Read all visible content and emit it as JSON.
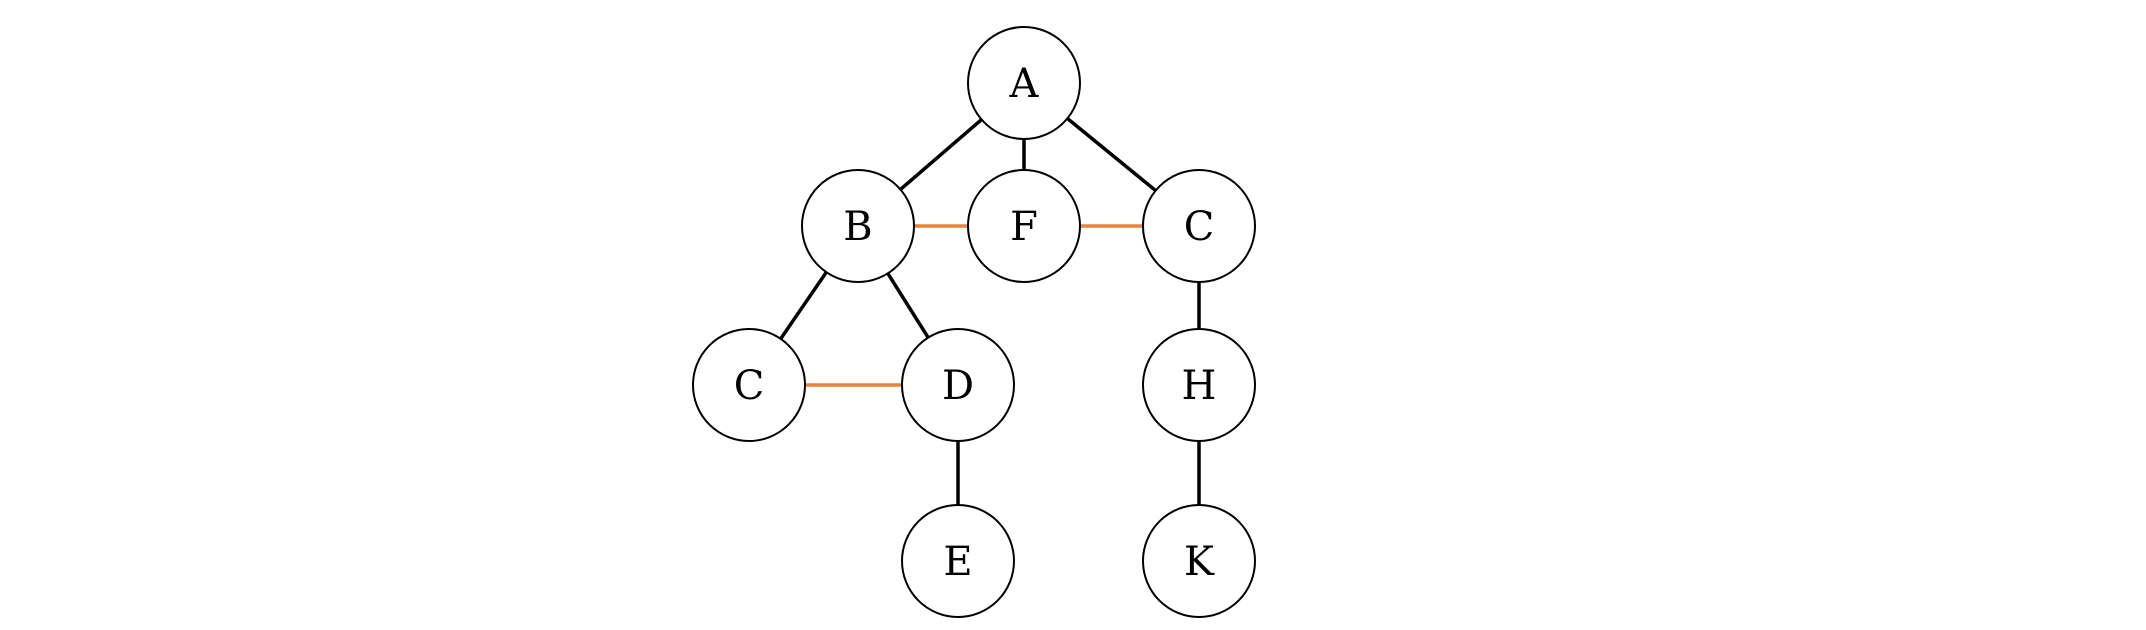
{
  "colors": {
    "tree_edge": "#000000",
    "cross_edge": "#e8833a",
    "node_fill": "#ffffff",
    "node_stroke": "#000000"
  },
  "nodes": [
    {
      "id": "n_a",
      "label": "A"
    },
    {
      "id": "n_b",
      "label": "B"
    },
    {
      "id": "n_f",
      "label": "F"
    },
    {
      "id": "n_c1",
      "label": "C"
    },
    {
      "id": "n_c2",
      "label": "C"
    },
    {
      "id": "n_d",
      "label": "D"
    },
    {
      "id": "n_h",
      "label": "H"
    },
    {
      "id": "n_e",
      "label": "E"
    },
    {
      "id": "n_k",
      "label": "K"
    }
  ],
  "edges": [
    {
      "from": "n_a",
      "to": "n_b",
      "kind": "tree"
    },
    {
      "from": "n_a",
      "to": "n_f",
      "kind": "tree"
    },
    {
      "from": "n_a",
      "to": "n_c1",
      "kind": "tree"
    },
    {
      "from": "n_b",
      "to": "n_c2",
      "kind": "tree"
    },
    {
      "from": "n_b",
      "to": "n_d",
      "kind": "tree"
    },
    {
      "from": "n_d",
      "to": "n_e",
      "kind": "tree"
    },
    {
      "from": "n_c1",
      "to": "n_h",
      "kind": "tree"
    },
    {
      "from": "n_h",
      "to": "n_k",
      "kind": "tree"
    },
    {
      "from": "n_b",
      "to": "n_f",
      "kind": "cross"
    },
    {
      "from": "n_f",
      "to": "n_c1",
      "kind": "cross"
    },
    {
      "from": "n_c2",
      "to": "n_d",
      "kind": "cross"
    }
  ]
}
